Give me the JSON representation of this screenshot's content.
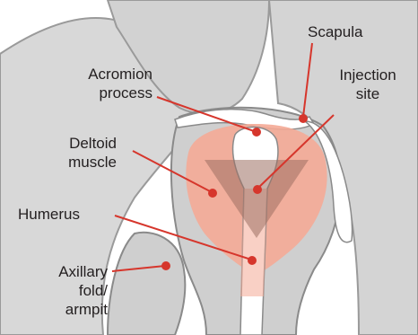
{
  "labels": {
    "scapula": "Scapula",
    "acromion_line1": "Acromion",
    "acromion_line2": "process",
    "injection_line1": "Injection",
    "injection_line2": "site",
    "deltoid_line1": "Deltoid",
    "deltoid_line2": "muscle",
    "humerus": "Humerus",
    "axillary_line1": "Axillary",
    "axillary_line2": "fold/",
    "axillary_line3": "armpit"
  },
  "colors": {
    "background": "#ffffff",
    "body_light": "#dcdcdc",
    "body_mid": "#cfcfcf",
    "outline": "#8a8a8a",
    "deltoid": "#f4aa96",
    "bone": "#ffffff",
    "injection_triangle": "#9c7063",
    "leader_line": "#d6362c",
    "text": "#231f20"
  }
}
